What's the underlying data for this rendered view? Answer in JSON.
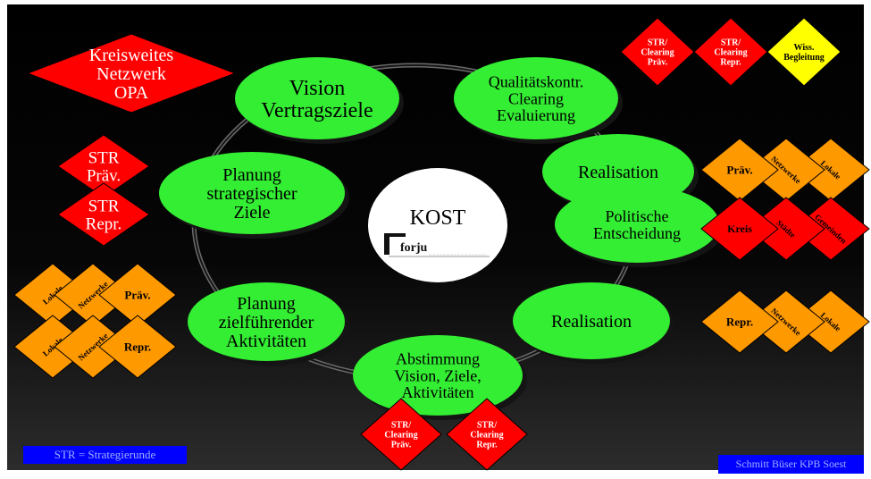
{
  "colors": {
    "green": "#33ee33",
    "red": "#ff0000",
    "orange": "#ff9900",
    "yellow": "#ffff00",
    "blue": "#0000ff",
    "white": "#ffffff"
  },
  "center": {
    "title": "KOST",
    "logo": "forju"
  },
  "cycle_steps": [
    {
      "id": "vision",
      "lines": [
        "Vision",
        "Vertragsziele"
      ]
    },
    {
      "id": "qualitaet",
      "lines": [
        "Qualitätskontr.",
        "Clearing",
        "Evaluierung"
      ]
    },
    {
      "id": "realisation-1",
      "lines": [
        "Realisation"
      ]
    },
    {
      "id": "politische-entscheidung",
      "lines": [
        "Politische",
        "Entscheidung"
      ]
    },
    {
      "id": "realisation-2",
      "lines": [
        "Realisation"
      ]
    },
    {
      "id": "abstimmung",
      "lines": [
        "Abstimmung",
        "Vision, Ziele,",
        "Aktivitäten"
      ]
    },
    {
      "id": "planung-aktivitaeten",
      "lines": [
        "Planung",
        "zielführender",
        "Aktivitäten"
      ]
    },
    {
      "id": "planung-ziele",
      "lines": [
        "Planung",
        "strategischer",
        "Ziele"
      ]
    }
  ],
  "left_diamonds": {
    "netzwerk": [
      "Kreisweites",
      "Netzwerk",
      "OPA"
    ],
    "str_praev": [
      "STR",
      "Präv."
    ],
    "str_repr": [
      "STR",
      "Repr."
    ]
  },
  "top_right_diamonds": [
    {
      "lines": [
        "STR/",
        "Clearing",
        "Präv."
      ]
    },
    {
      "lines": [
        "STR/",
        "Clearing",
        "Repr."
      ]
    },
    {
      "lines": [
        "Wiss.",
        "Begleitung"
      ]
    }
  ],
  "right_group_1": [
    "Präv.",
    "Netzwerke",
    "Lokale"
  ],
  "right_group_2": [
    "Kreis",
    "Städte",
    "Gemeinden"
  ],
  "right_group_3": [
    "Repr.",
    "Netzwerke",
    "Lokale"
  ],
  "left_group_1": [
    "Lokale",
    "Netzwerke",
    "Präv."
  ],
  "left_group_2": [
    "Lokale",
    "Netzwerke",
    "Repr."
  ],
  "bottom_diamonds": [
    {
      "lines": [
        "STR/",
        "Clearing",
        "Präv."
      ]
    },
    {
      "lines": [
        "STR/",
        "Clearing",
        "Repr."
      ]
    }
  ],
  "footer": {
    "legend": "STR = Strategierunde",
    "credit": "Schmitt Büser KPB Soest"
  }
}
